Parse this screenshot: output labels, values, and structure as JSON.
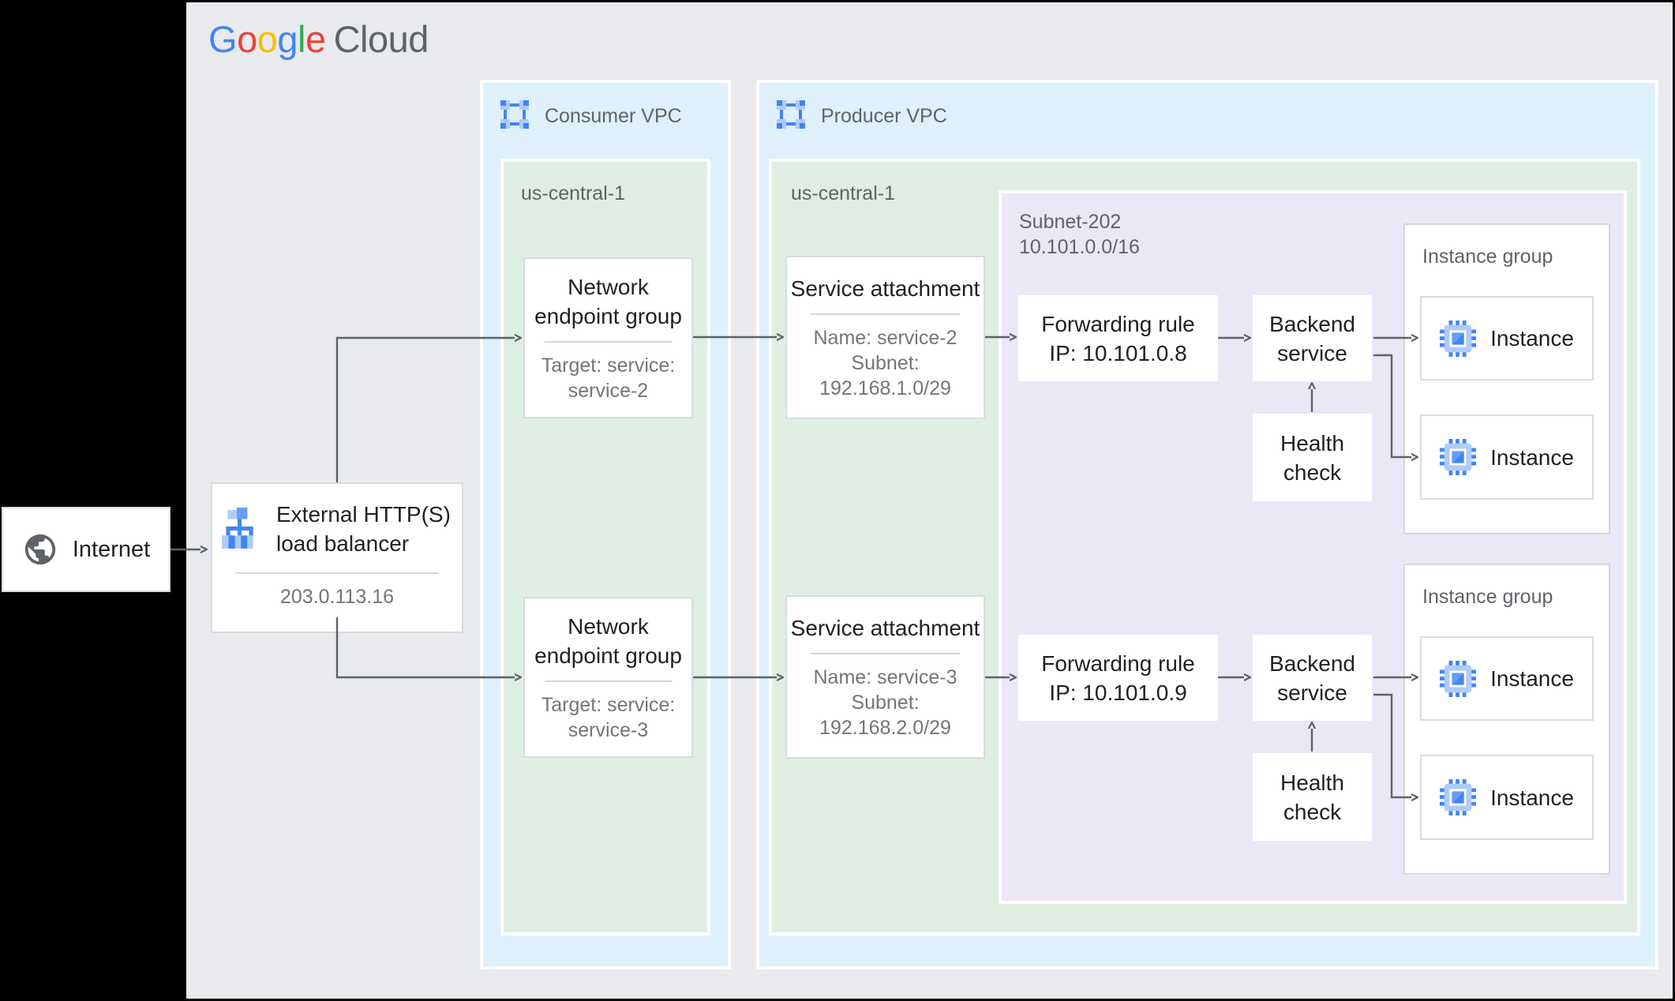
{
  "brand": {
    "g1": "G",
    "o1": "o",
    "o2": "o",
    "g2": "g",
    "l1": "l",
    "e1": "e",
    "cloud": "Cloud"
  },
  "colors": {
    "google_blue": "#4285F4",
    "google_red": "#EA4335",
    "google_yellow": "#FBBC05",
    "google_green": "#34A853",
    "canvas": "#E8EAED",
    "vpc_fill": "#DEF0FB",
    "region_fill": "#DFEEE3",
    "subnet_fill": "#ECE7F6",
    "connector": "#5E6266",
    "text_primary": "#202124",
    "text_secondary": "#757575",
    "label_gray": "#5F6368",
    "icon_blue": "#4285F4",
    "icon_light_blue": "#AECBFA"
  },
  "nodes": {
    "internet": {
      "label": "Internet"
    },
    "load_balancer": {
      "title": "External HTTP(S) load balancer",
      "ip": "203.0.113.16"
    },
    "consumer_vpc": {
      "label": "Consumer VPC",
      "region": "us-central-1"
    },
    "producer_vpc": {
      "label": "Producer VPC",
      "region": "us-central-1"
    },
    "subnet": {
      "name": "Subnet-202",
      "cidr": "10.101.0.0/16"
    },
    "neg_top": {
      "title": "Network endpoint group",
      "target_line1": "Target: service:",
      "target_line2": "service-2"
    },
    "neg_bottom": {
      "title": "Network endpoint group",
      "target_line1": "Target: service:",
      "target_line2": "service-3"
    },
    "sa_top": {
      "title": "Service attachment",
      "name": "Name: service-2",
      "subnet_label": "Subnet:",
      "subnet_cidr": "192.168.1.0/29"
    },
    "sa_bottom": {
      "title": "Service attachment",
      "name": "Name: service-3",
      "subnet_label": "Subnet:",
      "subnet_cidr": "192.168.2.0/29"
    },
    "fr_top": {
      "title": "Forwarding rule",
      "ip": "IP: 10.101.0.8"
    },
    "fr_bottom": {
      "title": "Forwarding rule",
      "ip": "IP: 10.101.0.9"
    },
    "bs_top": {
      "label": "Backend service"
    },
    "bs_bottom": {
      "label": "Backend service"
    },
    "hc_top": {
      "label": "Health check"
    },
    "hc_bottom": {
      "label": "Health check"
    },
    "ig_top": {
      "label": "Instance group",
      "instance1": "Instance",
      "instance2": "Instance"
    },
    "ig_bottom": {
      "label": "Instance group",
      "instance1": "Instance",
      "instance2": "Instance"
    }
  }
}
